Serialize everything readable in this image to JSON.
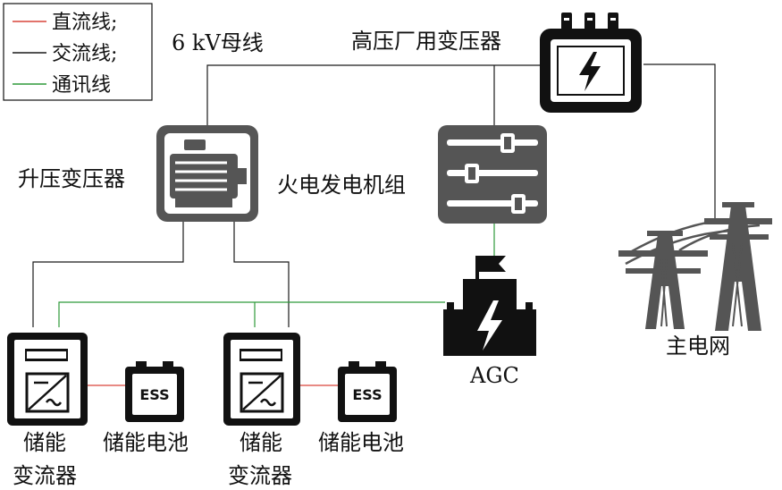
{
  "legend": {
    "dc_line": "直流线;",
    "ac_line": "交流线;",
    "comm_line": "通讯线"
  },
  "labels": {
    "bus_6kv": "6 kV母线",
    "hv_aux_transformer": "高压厂用变压器",
    "step_up_transformer": "升压变压器",
    "thermal_generator": "火电发电机组",
    "main_grid": "主电网",
    "agc": "AGC",
    "ess_text": "ESS",
    "pcs_1_line1": "储能",
    "pcs_1_line2": "变流器",
    "battery_1": "储能电池",
    "pcs_2_line1": "储能",
    "pcs_2_line2": "变流器",
    "battery_2": "储能电池"
  },
  "colors": {
    "dc": "#d9453a",
    "ac": "#1a1a1a",
    "comm": "#2e9a3a",
    "icon_dark": "#111111",
    "icon_grey": "#555555"
  }
}
